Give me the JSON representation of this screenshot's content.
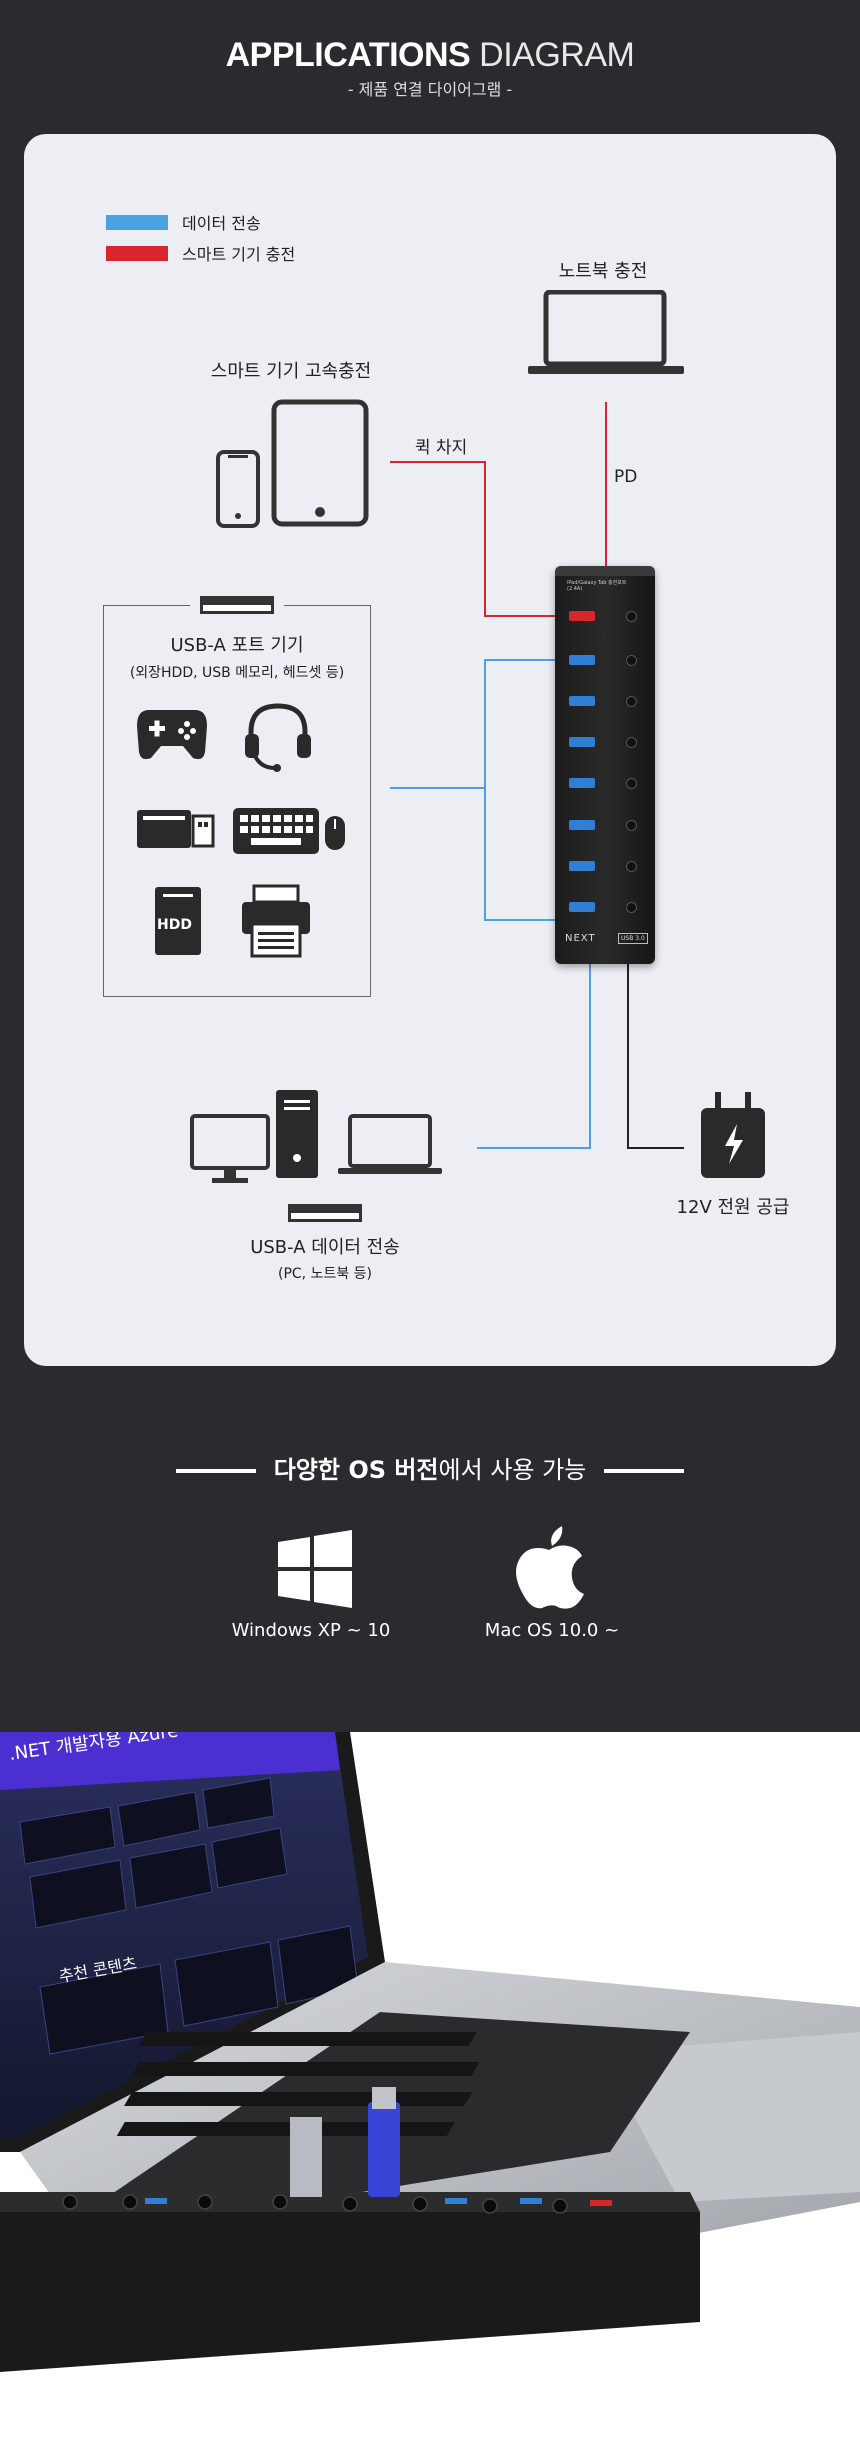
{
  "header": {
    "title_bold": "APPLICATIONS",
    "title_light": " DIAGRAM",
    "subtitle": "- 제품 연결 다이어그램 -"
  },
  "legend": [
    {
      "label": "데이터 전송",
      "color": "#4aa3e0"
    },
    {
      "label": "스마트 기기 충전",
      "color": "#d9262c"
    }
  ],
  "labels": {
    "laptop_charge": "노트북 충전",
    "smart_fast_charge": "스마트 기기 고속충전",
    "quick_charge": "퀵 차지",
    "pd": "PD",
    "usb_a_title": "USB-A 포트 기기",
    "usb_a_sub": "(외장HDD, USB 메모리, 헤드셋 등)",
    "hdd": "HDD",
    "usb_data_title": "USB-A 데이터 전송",
    "usb_data_sub": "(PC, 노트북 등)",
    "power": "12V 전원 공급"
  },
  "hub": {
    "brand": "NEXT",
    "badge": "USB 3.0",
    "top_text": "iPad/Galaxy Tab 충전포트 (2.4A)"
  },
  "os": {
    "title_bold1": "다양한 OS 버전",
    "title_rest": "에서 사용 가능",
    "items": [
      {
        "label": "Windows XP ~ 10",
        "icon": "windows-icon"
      },
      {
        "label": "Mac OS 10.0 ~",
        "icon": "apple-icon"
      }
    ]
  },
  "photo": {
    "screen_title": ".NET 개발자용 Azure",
    "recommended": "추천 콘텐츠"
  },
  "colors": {
    "data": "#4aa3e0",
    "charge": "#d9262c",
    "background": "#2b2b2f",
    "card": "#eceef3"
  }
}
